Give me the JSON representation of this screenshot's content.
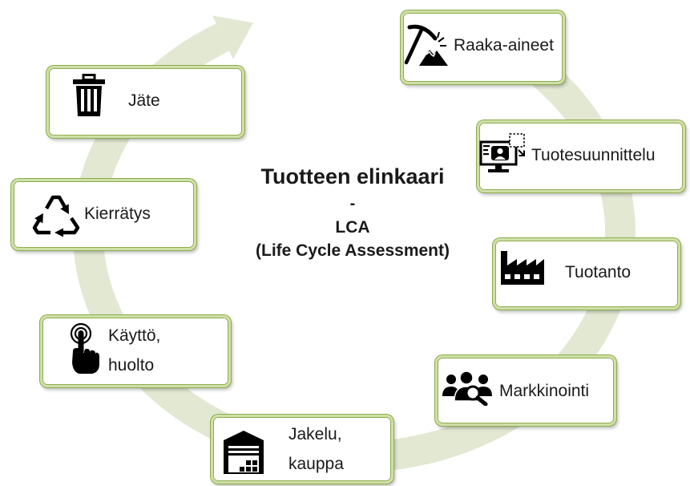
{
  "diagram": {
    "title": "Tuotteen elinkaari",
    "separator": "-",
    "abbreviation": "LCA",
    "expansion": "(Life Cycle Assessment)"
  },
  "stages": [
    {
      "label": "Raaka-aineet",
      "icon": "pickaxe-mountain-icon"
    },
    {
      "label": "Tuotesuunnittelu",
      "icon": "design-monitor-icon"
    },
    {
      "label": "Tuotanto",
      "icon": "factory-icon"
    },
    {
      "label": "Markkinointi",
      "icon": "audience-search-icon"
    },
    {
      "label_lines": [
        "Jakelu,",
        "kauppa"
      ],
      "icon": "warehouse-icon"
    },
    {
      "label_lines": [
        "Käyttö,",
        "huolto"
      ],
      "icon": "touch-hand-icon"
    },
    {
      "label": "Kierrätys",
      "icon": "recycle-icon"
    },
    {
      "label": "Jäte",
      "icon": "trash-bin-icon"
    }
  ],
  "colors": {
    "cycle_arrow": "#e2e8d2",
    "box_border": "#cfe0a8",
    "box_outline": "#8eab4d",
    "text": "#1a1a1a",
    "icon": "#000000"
  }
}
